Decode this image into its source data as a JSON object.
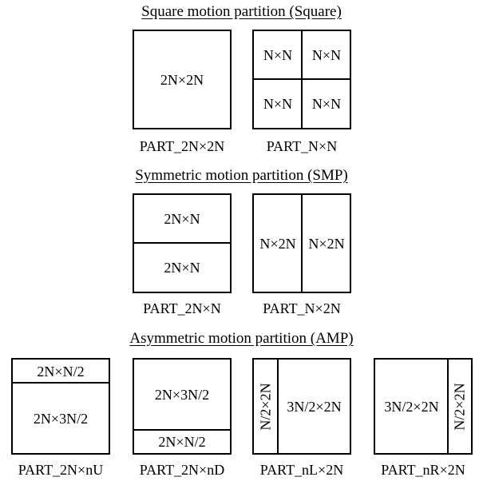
{
  "sections": {
    "square": {
      "title": "Square motion partition (Square)",
      "part_2Nx2N": {
        "cells": [
          "2N×2N"
        ],
        "caption": "PART_2N×2N"
      },
      "part_NxN": {
        "cells": [
          "N×N",
          "N×N",
          "N×N",
          "N×N"
        ],
        "caption": "PART_N×N"
      }
    },
    "smp": {
      "title": "Symmetric motion partition (SMP)",
      "part_2NxN": {
        "cells": [
          "2N×N",
          "2N×N"
        ],
        "caption": "PART_2N×N"
      },
      "part_Nx2N": {
        "cells": [
          "N×2N",
          "N×2N"
        ],
        "caption": "PART_N×2N"
      }
    },
    "amp": {
      "title": "Asymmetric motion partition (AMP)",
      "part_2NxnU": {
        "cells": [
          "2N×N/2",
          "2N×3N/2"
        ],
        "caption": "PART_2N×nU"
      },
      "part_2NxnD": {
        "cells": [
          "2N×3N/2",
          "2N×N/2"
        ],
        "caption": "PART_2N×nD"
      },
      "part_nLx2N": {
        "cells": [
          "N/2×2N",
          "3N/2×2N"
        ],
        "caption": "PART_nL×2N"
      },
      "part_nRx2N": {
        "cells": [
          "3N/2×2N",
          "N/2×2N"
        ],
        "caption": "PART_nR×2N"
      }
    }
  }
}
